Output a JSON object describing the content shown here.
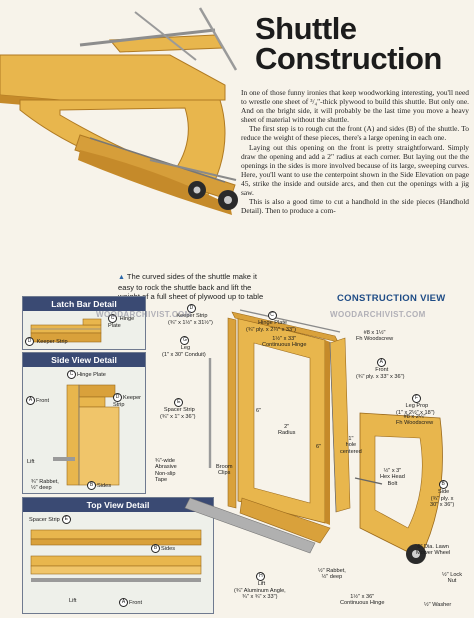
{
  "header": {
    "title_line1": "Shuttle",
    "title_line2": "Construction"
  },
  "body": {
    "paragraphs": [
      "In one of those funny ironies that keep woodworking interesting, you'll need to wrestle one sheet of ³/₄\"-thick plywood to build this shuttle. But only one. And on the bright side, it will probably be the last time you move a heavy sheet of material without the shuttle.",
      "The first step is to rough cut the front (A) and sides (B) of the shuttle. To reduce the weight of these pieces, there's a large opening in each one.",
      "Laying out this opening on the front is pretty straightforward. Simply draw the opening and add a 2\" radius at each corner. But laying out the the openings in the sides is more involved because of its large, sweeping curves. Here, you'll want to use the centerpoint shown in the Side Elevation on page 45, strike the inside and outside arcs, and then cut the openings with a jig saw.",
      "This is also a good time to cut a handhold in the side pieces (Handhold Detail). Then to produce a com-"
    ]
  },
  "caption": {
    "marker": "▲",
    "text": "The curved sides of the shuttle make it easy to rock the shuttle back and lift the weight of a full sheet of plywood up to table height."
  },
  "construction_view": {
    "heading": "CONSTRUCTION VIEW",
    "labels": {
      "keeper_strip": "Keeper Strip\n(¾\" x 1½\" x 31½\")",
      "hinge_plate": "Hinge Plate\n(¾\" ply. x 2¼\" x 33\")",
      "leg": "Leg\n(1\" x 30\" Conduit)",
      "continuous_hinge_top": "1½\" x 33\"\nContinuous Hinge",
      "woodscrew_top": "#8 x 1½\"\nFh Woodscrew",
      "front": "Front\n(¾\" ply. x 33\" x 36\")",
      "radius": "2\"\nRadius",
      "six_a": "6\"",
      "six_b": "6\"",
      "spacer_strip": "Spacer Strip\n(¾\" x 1\" x 36\")",
      "leg_prop": "Leg Prop\n(1\" x 2½\" x 18\")",
      "woodscrew_mid": "#8 x 2¼\"\nFh Woodscrew",
      "hole": "1\"\nhole\ncentered",
      "abrasive": "¾\"-wide\nAbrasive\nNon-slip\nTape",
      "broom_clips": "Broom\nClips",
      "hex_bolt": "½\" x 3\"\nHex Head\nBolt",
      "side": "Side\n(¾\" ply. x\n30\" x 36\")",
      "mower_wheel": "6\" Dia. Lawn\nMower Wheel",
      "lift": "Lift\n(¾\" Aluminum Angle,\n¾\" x ¾\" x 33\")",
      "rabbet_cv": "½\" Rabbet,\n½\" deep",
      "continuous_hinge_bottom": "1½\" x 36\"\nContinuous Hinge",
      "lock_nut": "½\" Lock\nNut",
      "washer": "½\" Washer"
    },
    "circle_letters": {
      "keeper": "D",
      "hinge": "C",
      "front": "A",
      "spacer": "E",
      "prop": "F",
      "side": "B",
      "lift": "H",
      "leg": "G"
    }
  },
  "latch_bar_detail": {
    "title": "Latch Bar Detail",
    "hinge_plate": "Hinge\nPlate",
    "keeper_strip": "Keeper Strip",
    "letters": {
      "c": "C",
      "d": "D"
    }
  },
  "side_view_detail": {
    "title": "Side View Detail",
    "hinge_plate": "Hinge Plate",
    "front": "Front",
    "keeper_strip": "Keeper\nStrip",
    "lift": "Lift",
    "rabbet": "¾\" Rabbet,\n½\" deep",
    "sides": "Sides",
    "letters": {
      "c": "C",
      "a": "A",
      "d": "D",
      "b": "B"
    }
  },
  "top_view_detail": {
    "title": "Top View Detail",
    "spacer_strip": "Spacer Strip",
    "sides": "Sides",
    "lift": "Lift",
    "front": "Front",
    "letters": {
      "e": "E",
      "b": "B",
      "a": "A"
    }
  },
  "watermark": {
    "text": "WOODARCHIVIST.COM"
  },
  "colors": {
    "wood": "#e8b64d",
    "wood_dark": "#c58a2a",
    "panel_header": "#3a4a73",
    "accent_blue": "#1f4c86"
  }
}
